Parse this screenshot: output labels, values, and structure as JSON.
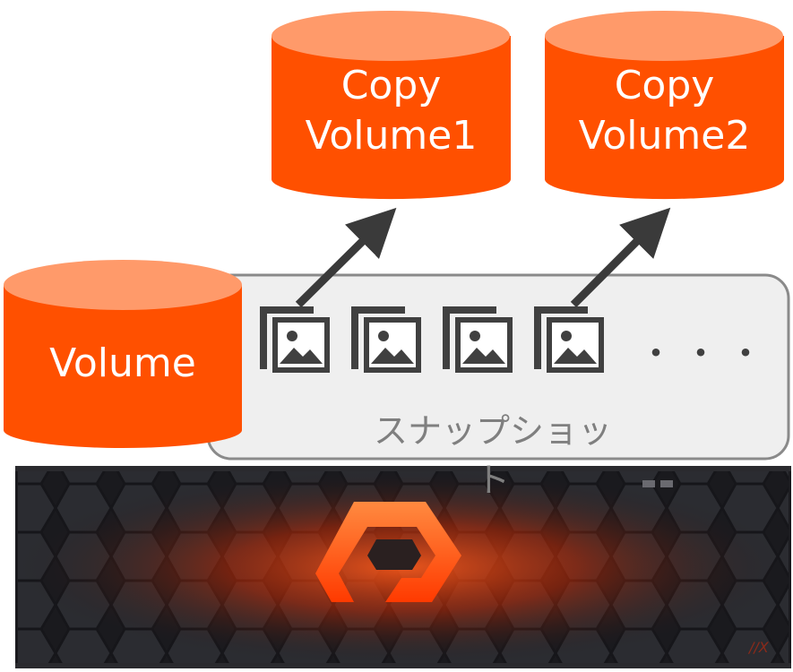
{
  "volume": {
    "label": "Volume"
  },
  "copies": [
    {
      "line1": "Copy",
      "line2": "Volume1"
    },
    {
      "line1": "Copy",
      "line2": "Volume2"
    }
  ],
  "snapshot_group": {
    "label": "スナップショット",
    "more": "・・・"
  },
  "colors": {
    "cylinder_body": "#ff5000",
    "cylinder_top": "#ff9a6a",
    "panel_fill": "#efefef",
    "panel_stroke": "#8a8a8a",
    "arrow": "#3a3a3a",
    "icon": "#404040",
    "array_glow": "#ff4a10"
  }
}
